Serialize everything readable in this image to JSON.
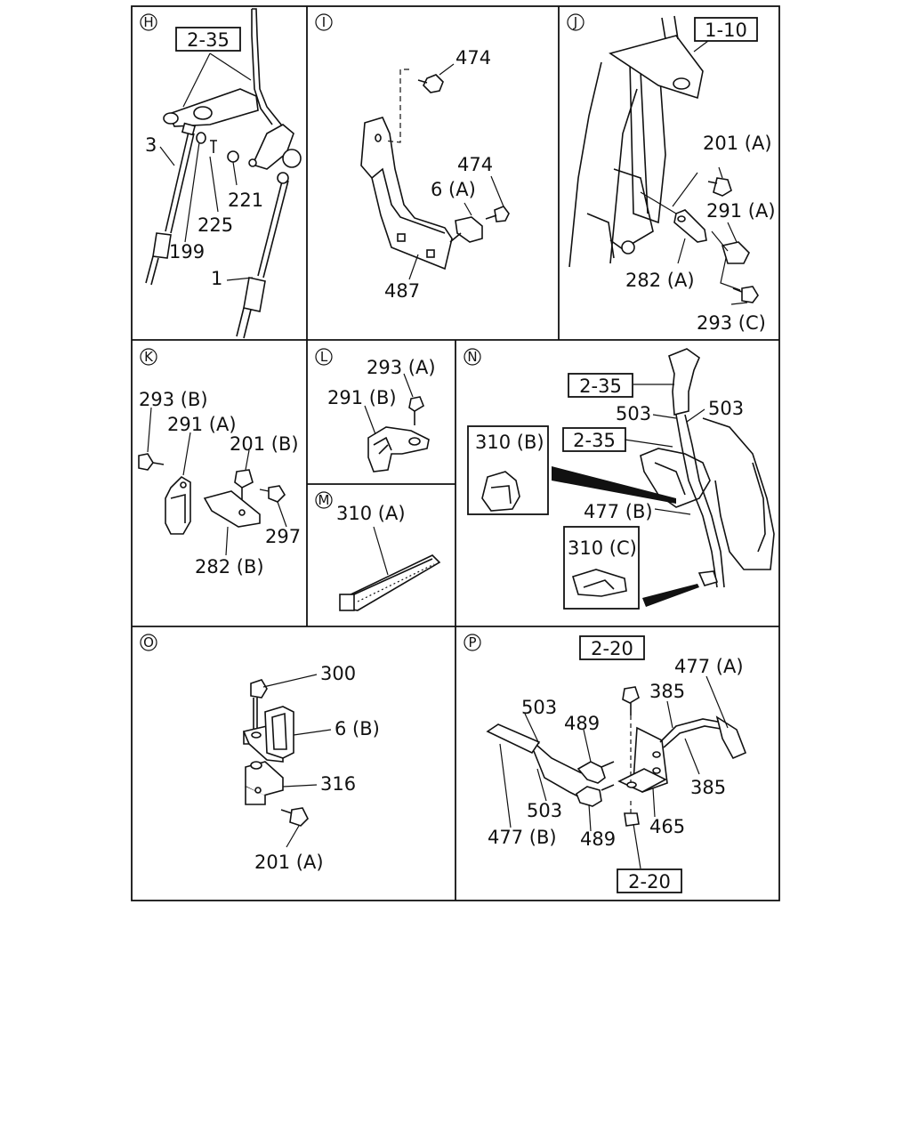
{
  "panels": [
    {
      "id": "H",
      "letter": "H"
    },
    {
      "id": "I",
      "letter": "I"
    },
    {
      "id": "J",
      "letter": "J"
    },
    {
      "id": "K",
      "letter": "K"
    },
    {
      "id": "L",
      "letter": "L"
    },
    {
      "id": "M",
      "letter": "M"
    },
    {
      "id": "N",
      "letter": "N"
    },
    {
      "id": "O",
      "letter": "O"
    },
    {
      "id": "P",
      "letter": "P"
    }
  ],
  "labels": {
    "h_ref": "2-35",
    "h_3": "3",
    "h_225": "225",
    "h_221": "221",
    "h_199": "199",
    "h_1": "1",
    "i_474a": "474",
    "i_474b": "474",
    "i_6a": "6 (A)",
    "i_487": "487",
    "j_ref": "1-10",
    "j_201a": "201 (A)",
    "j_291a": "291 (A)",
    "j_282a": "282 (A)",
    "j_293c": "293 (C)",
    "k_293b": "293 (B)",
    "k_291a": "291 (A)",
    "k_201b": "201 (B)",
    "k_297": "297",
    "k_282b": "282 (B)",
    "l_293a": "293 (A)",
    "l_291b": "291 (B)",
    "m_310a": "310 (A)",
    "n_ref1": "2-35",
    "n_503a": "503",
    "n_503b": "503",
    "n_ref2": "2-35",
    "n_310b": "310 (B)",
    "n_477b": "477 (B)",
    "n_310c": "310 (C)",
    "o_300": "300",
    "o_6b": "6 (B)",
    "o_316": "316",
    "o_201a": "201 (A)",
    "p_ref1": "2-20",
    "p_477a": "477 (A)",
    "p_503a": "503",
    "p_385a": "385",
    "p_489a": "489",
    "p_385b": "385",
    "p_503b": "503",
    "p_465": "465",
    "p_477b": "477 (B)",
    "p_489b": "489",
    "p_ref2": "2-20"
  }
}
